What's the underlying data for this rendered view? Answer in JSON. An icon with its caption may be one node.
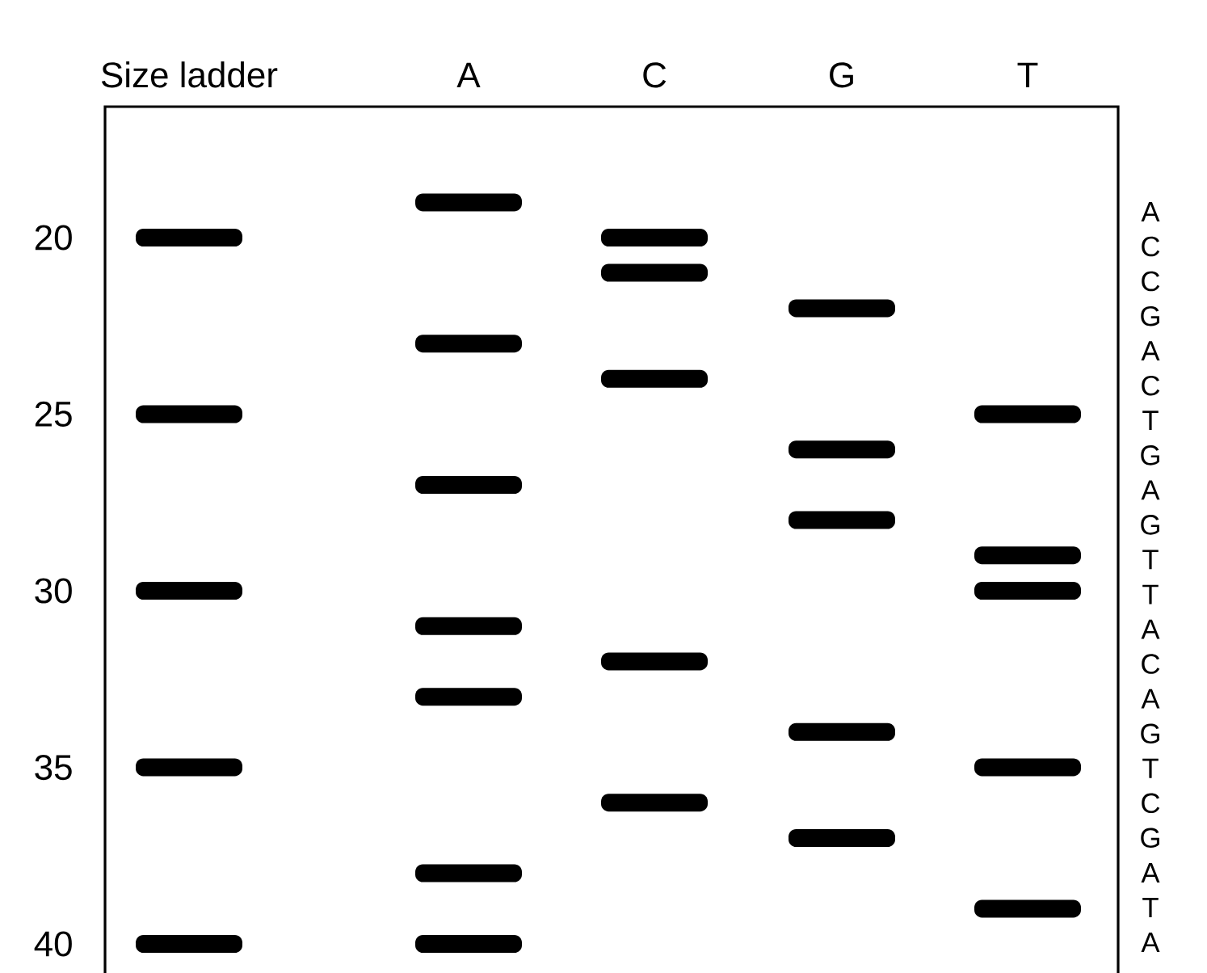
{
  "diagram": {
    "labels": [
      "Size ladder",
      "A",
      "C",
      "G",
      "T",
      "20",
      "25",
      "30",
      "35",
      "40",
      "A",
      "C",
      "C",
      "G",
      "A",
      "C",
      "T",
      "G",
      "A",
      "G",
      "T",
      "T",
      "A",
      "C",
      "A",
      "G",
      "T",
      "C",
      "G",
      "A",
      "T",
      "A"
    ]
  }
}
